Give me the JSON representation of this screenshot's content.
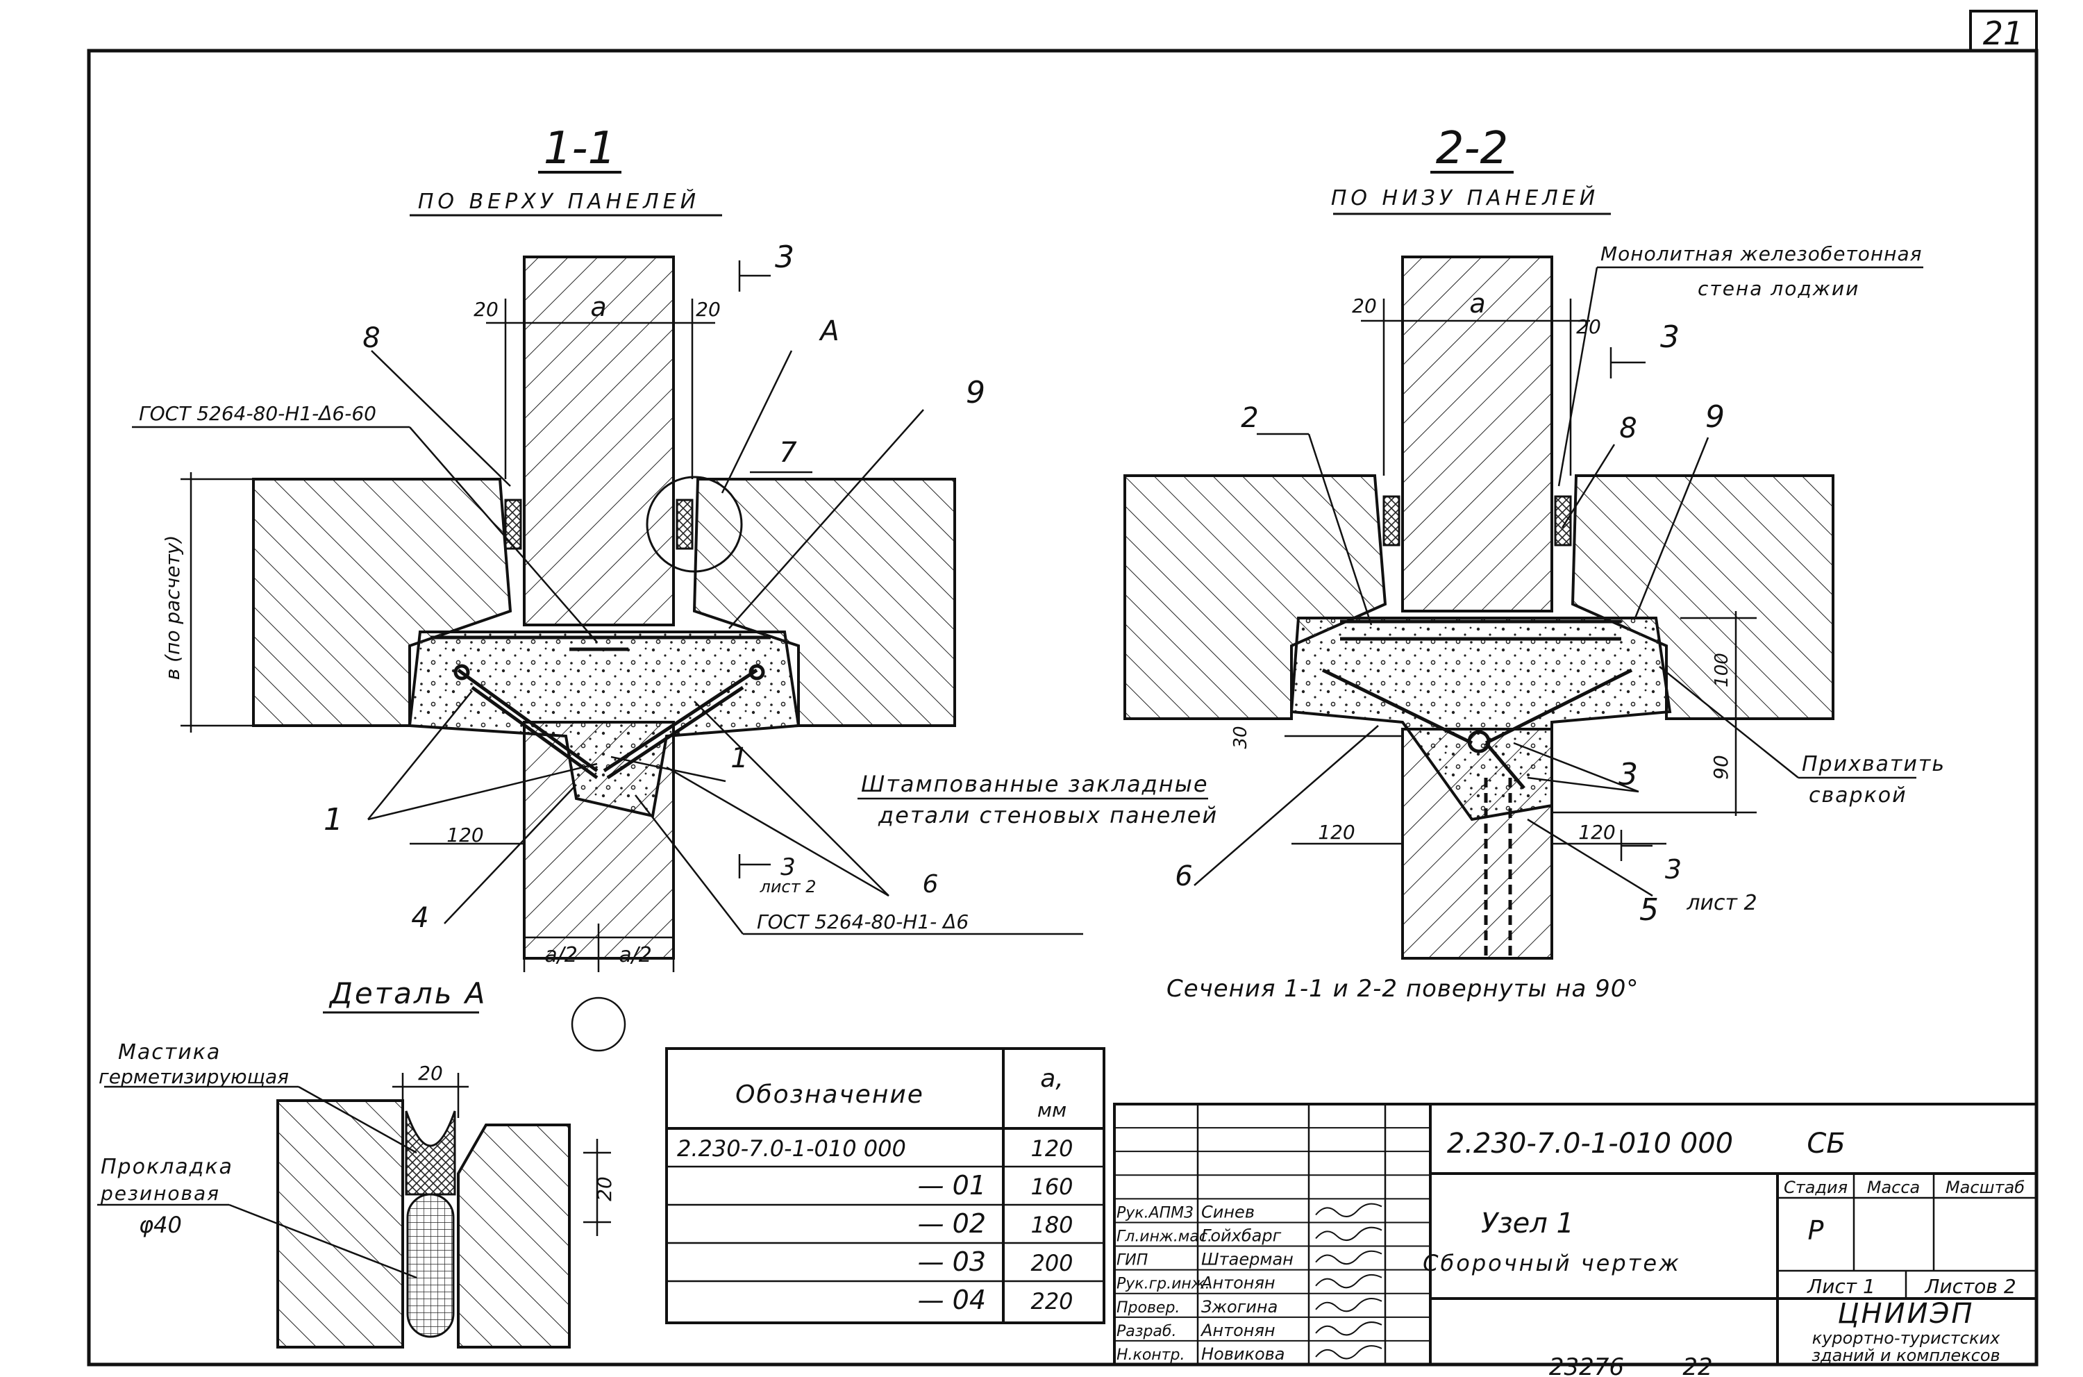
{
  "sheet": {
    "page_number": "21",
    "archive_number": "23276",
    "archive_page": "22"
  },
  "sections": {
    "s11": {
      "title": "1-1",
      "subtitle": "ПО ВЕРХУ ПАНЕЛЕЙ"
    },
    "s22": {
      "title": "2-2",
      "subtitle": "ПО НИЗУ ПАНЕЛЕЙ"
    },
    "rotation_note": "Сечения 1-1 и 2-2 повернуты на 90°"
  },
  "dimensions": {
    "d20": "20",
    "a": "a",
    "d120": "120",
    "a_half": "a/2",
    "b_calc": "в (по расчету)",
    "d100": "100",
    "d90": "90",
    "d30": "30"
  },
  "callouts": {
    "n1": "1",
    "n2": "2",
    "n3": "3",
    "n4": "4",
    "n5": "5",
    "n6": "6",
    "n7": "7",
    "n8": "8",
    "n9": "9",
    "A": "А",
    "cut3": "3",
    "sheet2": "лист 2"
  },
  "notes": {
    "gost_top": "ГОСТ 5264-80-Н1-Δ6-60",
    "gost_bottom": "ГОСТ 5264-80-Н1- Δ6",
    "stamped_1": "Штампованные закладные",
    "stamped_2": "детали стеновых панелей",
    "monolith_1": "Монолитная железобетонная",
    "monolith_2": "стена лоджии",
    "weld_1": "Прихватить",
    "weld_2": "сваркой"
  },
  "detail_a": {
    "title": "Деталь А",
    "mastic_1": "Мастика",
    "mastic_2": "герметизирующая",
    "gasket_1": "Прокладка",
    "gasket_2": "резиновая",
    "gasket_3": "φ40",
    "dim_w": "20",
    "dim_h": "20"
  },
  "variant_table": {
    "col_designation": "Обозначение",
    "col_a": "a,",
    "col_a_unit": "мм",
    "rows": [
      {
        "designation": "2.230-7.0-1-010 000",
        "a": "120"
      },
      {
        "designation": "— 01",
        "a": "160"
      },
      {
        "designation": "— 02",
        "a": "180"
      },
      {
        "designation": "— 03",
        "a": "200"
      },
      {
        "designation": "— 04",
        "a": "220"
      }
    ]
  },
  "title_block": {
    "code": "2.230-7.0-1-010 000",
    "code_suffix": "СБ",
    "name_1": "Узел 1",
    "name_2": "Сборочный чертеж",
    "stage_hdr": "Стадия",
    "mass_hdr": "Масса",
    "scale_hdr": "Масштаб",
    "stage": "Р",
    "sheet": "Лист 1",
    "sheets": "Листов 2",
    "org_1": "ЦНИИЭП",
    "org_2": "курортно-туристских",
    "org_3": "зданий и комплексов",
    "staff": [
      {
        "role": "Рук.АПМ3",
        "name": "Синев"
      },
      {
        "role": "Гл.инж.мас.",
        "name": "Гойхбарг"
      },
      {
        "role": "ГИП",
        "name": "Штаерман"
      },
      {
        "role": "Рук.гр.инж.",
        "name": "Антонян"
      },
      {
        "role": "Провер.",
        "name": "Зжогина"
      },
      {
        "role": "Разраб.",
        "name": "Антонян"
      },
      {
        "role": "Н.контр.",
        "name": "Новикова"
      }
    ]
  }
}
